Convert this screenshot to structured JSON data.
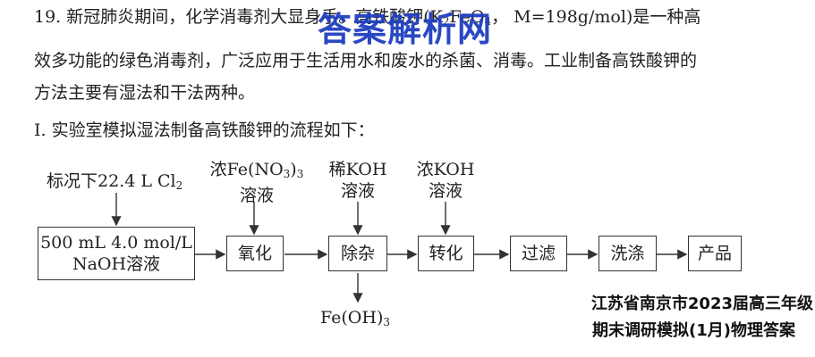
{
  "question": {
    "line1_pre": "19. 新冠肺炎期间，化学消毒剂大显身手。高铁酸钾(K",
    "line1_formula_sub": "2",
    "line1_formula_rest": "FeO",
    "line1_formula_sub2": "4",
    "line1_mass": "，  M=198g/mol)是一种高",
    "line2": "效多功能的绿色消毒剂，广泛应用于生活用水和废水的杀菌、消毒。工业制备高铁酸钾的",
    "line3": "方法主要有湿法和干法两种。",
    "line4": "I. 实验室模拟湿法制备高铁酸钾的流程如下："
  },
  "watermark": "答案解析网",
  "flow": {
    "start_note_pre": "标况下22.4 L Cl",
    "start_note_sub": "2",
    "start_box_line1": "500 mL 4.0 mol/L",
    "start_box_line2": "NaOH溶液",
    "steps": [
      "氧化",
      "除杂",
      "转化",
      "过滤",
      "洗涤",
      "产品"
    ],
    "reagent1_pre": "浓Fe(NO",
    "reagent1_sub1": "3",
    "reagent1_mid": ")",
    "reagent1_sub2": "3",
    "reagent1_line2": "溶液",
    "reagent2_line1": "稀KOH",
    "reagent2_line2": "溶液",
    "reagent3_line1": "浓KOH",
    "reagent3_line2": "溶液",
    "byproduct_pre": "Fe(OH)",
    "byproduct_sub": "3"
  },
  "corner_text": {
    "line1": "江苏省南京市2023届高三年级",
    "line2": "期末调研模拟(1月)物理答案"
  }
}
